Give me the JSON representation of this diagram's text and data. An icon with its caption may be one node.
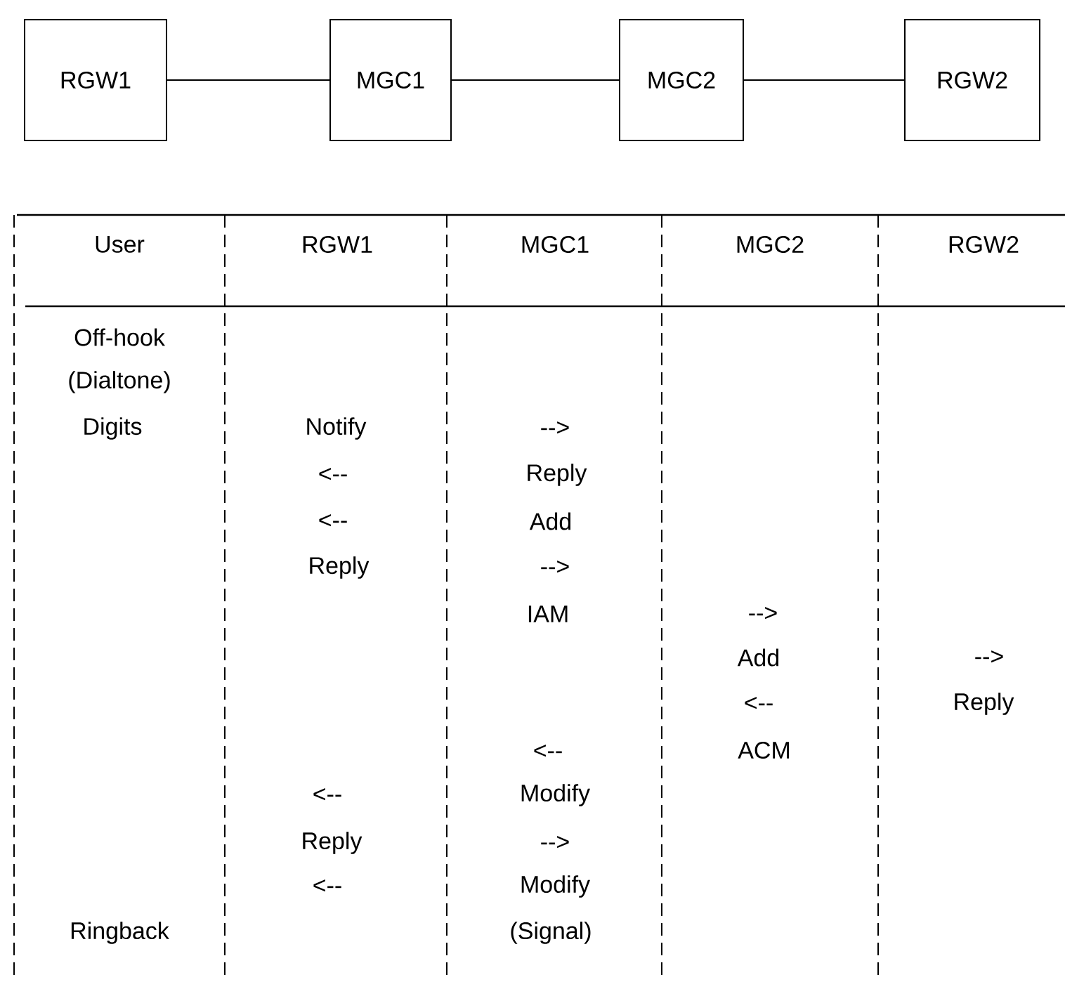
{
  "diagram": {
    "nodes": [
      {
        "text": [
          "RGW1"
        ]
      },
      {
        "text": [
          "MGC1"
        ]
      },
      {
        "text": [
          "MGC2"
        ]
      },
      {
        "text": [
          "RGW2"
        ]
      }
    ],
    "edges": [
      {
        "from": 0,
        "to": 1,
        "arrow": "none"
      },
      {
        "from": 1,
        "to": 2,
        "arrow": "none"
      },
      {
        "from": 2,
        "to": 3,
        "arrow": "none"
      }
    ],
    "labels": [
      "User",
      "RGW1",
      "MGC1",
      "MGC2",
      "RGW2",
      "Off-hook",
      "(Dialtone)",
      "Digits",
      "Notify",
      "-->",
      "<--",
      "Reply",
      "<--",
      "Add",
      "Reply",
      "-->",
      "IAM",
      "-->",
      "Add",
      "-->",
      "<--",
      "Reply",
      "<--",
      "ACM",
      "<--",
      "Modify",
      "Reply",
      "-->",
      "<--",
      "Modify",
      "Ringback",
      "(Signal)"
    ]
  }
}
